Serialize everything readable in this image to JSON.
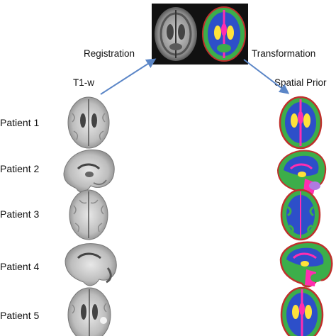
{
  "labels": {
    "registration": "Registration",
    "transformation": "Transformation",
    "t1w": "T1-w",
    "spatial_prior": "Spatial Prior"
  },
  "patients": [
    {
      "label": "Patient 1",
      "view": "axial"
    },
    {
      "label": "Patient 2",
      "view": "sagittal"
    },
    {
      "label": "Patient 3",
      "view": "axial"
    },
    {
      "label": "Patient 4",
      "view": "sagittal"
    },
    {
      "label": "Patient 5",
      "view": "axial"
    }
  ],
  "colors": {
    "arrow": "#5b86c7",
    "gray_matter": "#3cae4a",
    "white_matter": "#2d4fc9",
    "csf": "#ff2db0",
    "deep_gray": "#ffe23a",
    "outline": "#c0302c"
  },
  "icons": {
    "atlas_t1": "atlas-t1-icon",
    "atlas_labels": "atlas-labels-icon",
    "brain_gray": "brain-t1-icon",
    "brain_color": "brain-prior-icon"
  }
}
